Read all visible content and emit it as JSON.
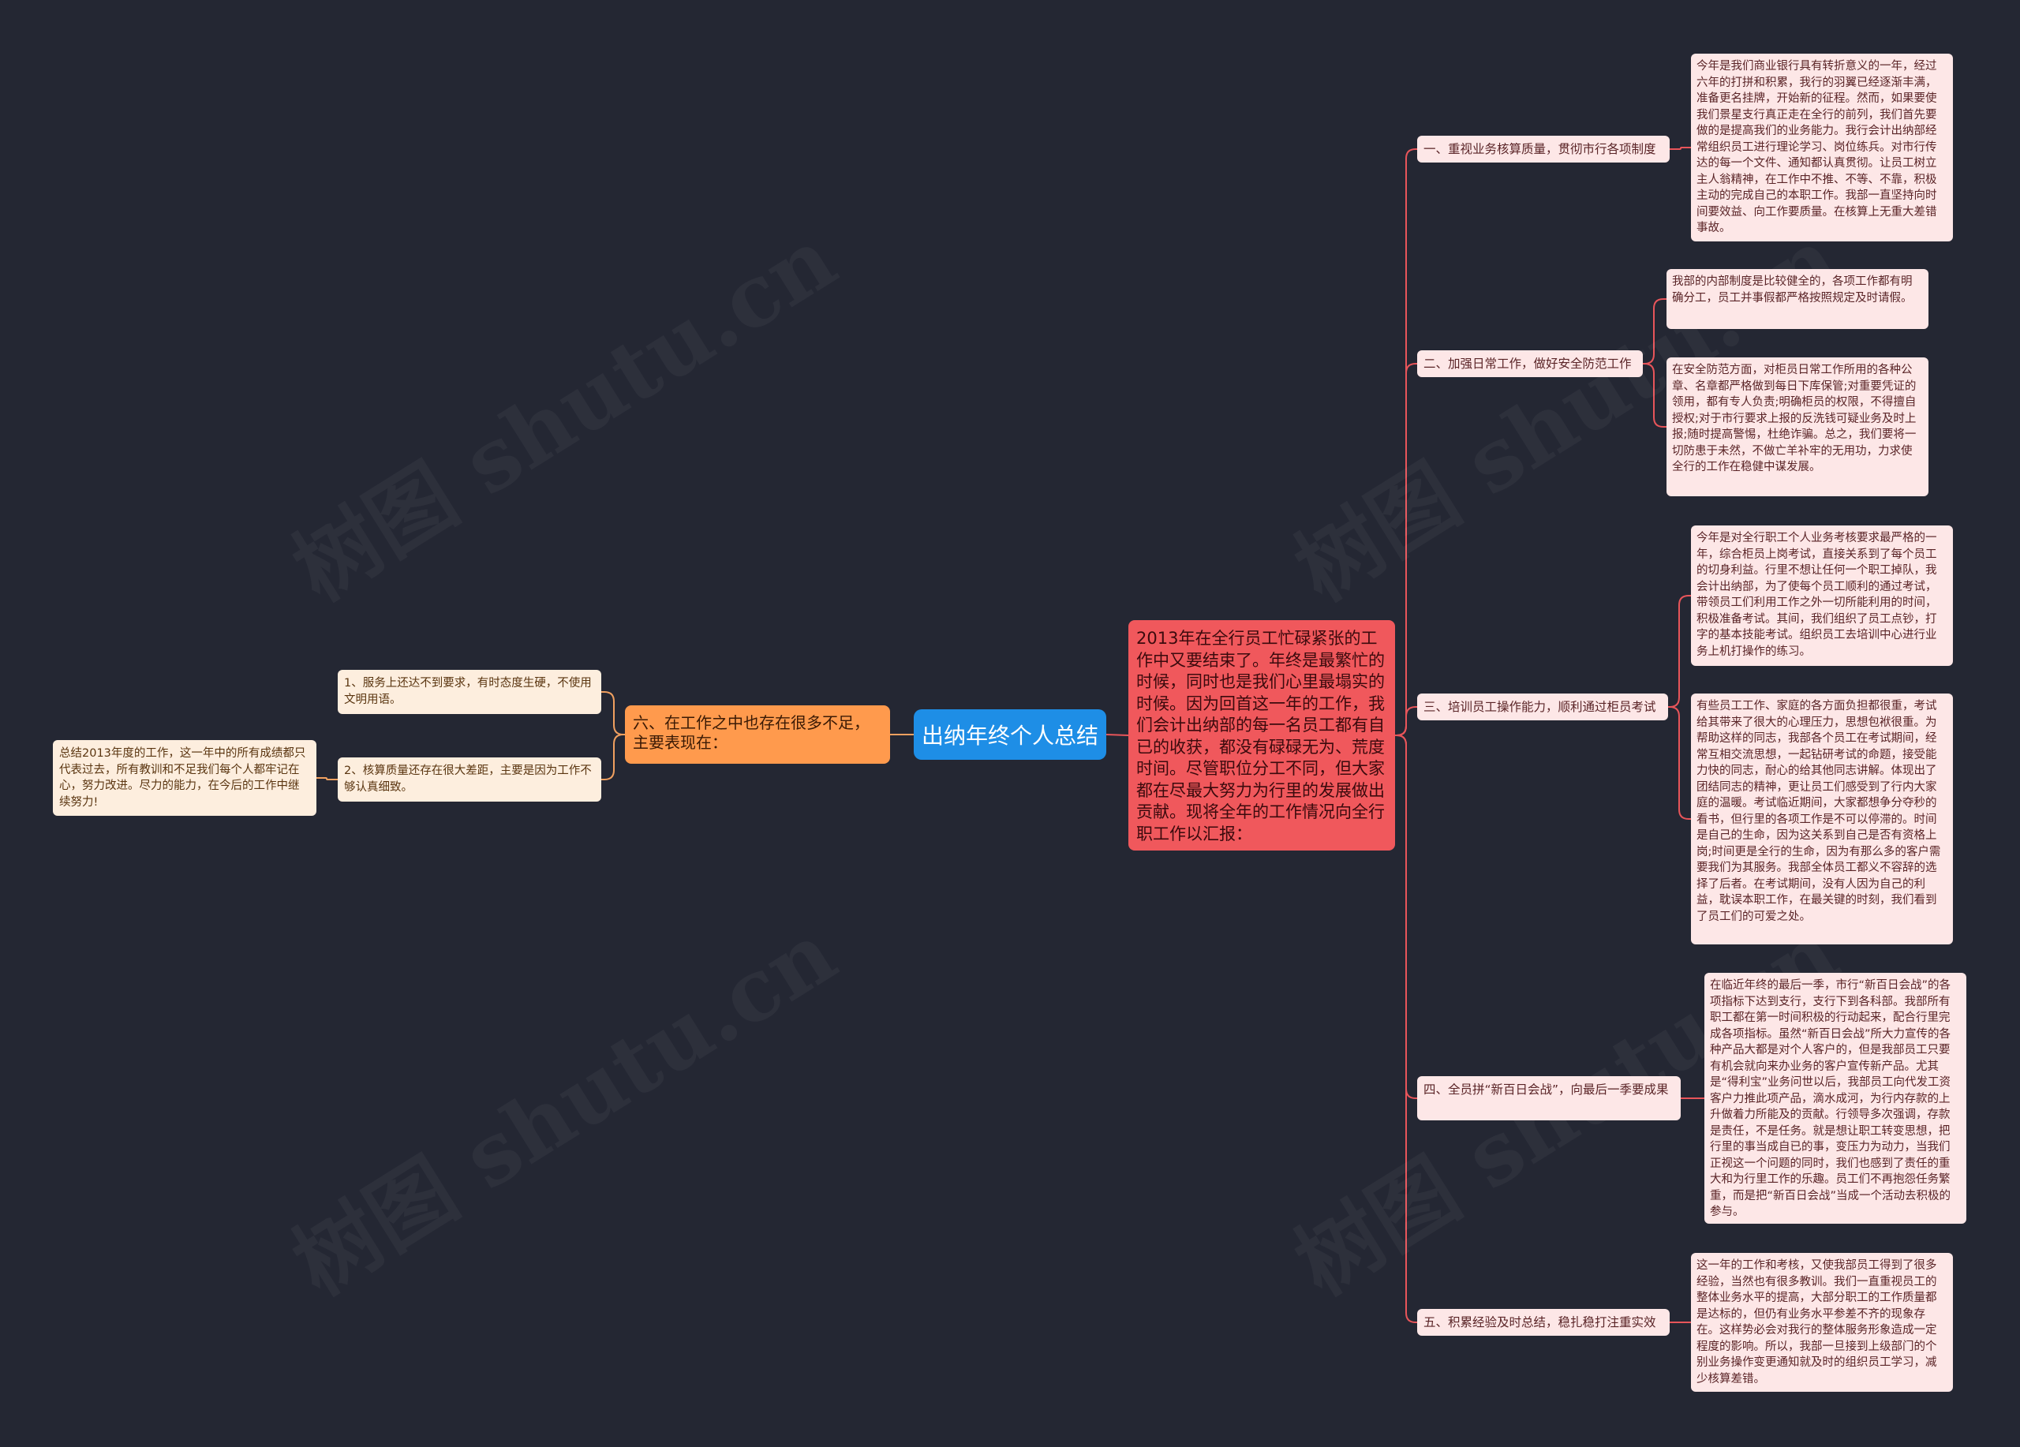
{
  "watermark": "树图 shutu.cn",
  "colors": {
    "background": "#242733",
    "root": "#1e8ee6",
    "intro": "#f0585c",
    "branch_right": "#fde7e7",
    "branch_left": "#ff9a4d",
    "leaf_left": "#fdeede",
    "link_right": "#e8555a",
    "link_left": "#f0a060"
  },
  "root": {
    "title": "出纳年终个人总结"
  },
  "intro": {
    "text": "2013年在全行员工忙碌紧张的工作中又要结束了。年终是最繁忙的时候，同时也是我们心里最塌实的时候。因为回首这一年的工作，我们会计出纳部的每一名员工都有自已的收获，都没有碌碌无为、荒度时间。尽管职位分工不同，但大家都在尽最大努力为行里的发展做出贡献。现将全年的工作情况向全行职工作以汇报："
  },
  "branches": [
    {
      "label": "一、重视业务核算质量，贯彻市行各项制度",
      "details": [
        "今年是我们商业银行具有转折意义的一年，经过六年的打拼和积累，我行的羽翼已经逐渐丰满，准备更名挂牌，开始新的征程。然而，如果要使我们景星支行真正走在全行的前列，我们首先要做的是提高我们的业务能力。我行会计出纳部经常组织员工进行理论学习、岗位练兵。对市行传达的每一个文件、通知都认真贯彻。让员工树立主人翁精神，在工作中不推、不等、不靠，积极主动的完成自己的本职工作。我部一直坚持向时间要效益、向工作要质量。在核算上无重大差错事故。"
      ]
    },
    {
      "label": "二、加强日常工作，做好安全防范工作",
      "details": [
        "我部的内部制度是比较健全的，各项工作都有明确分工，员工并事假都严格按照规定及时请假。",
        "在安全防范方面，对柜员日常工作所用的各种公章、名章都严格做到每日下库保管;对重要凭证的领用，都有专人负责;明确柜员的权限，不得擅自授权;对于市行要求上报的反洗钱可疑业务及时上报;随时提高警惕，杜绝诈骗。总之，我们要将一切防患于未然，不做亡羊补牢的无用功，力求使全行的工作在稳健中谋发展。"
      ]
    },
    {
      "label": "三、培训员工操作能力，顺利通过柜员考试",
      "details": [
        "今年是对全行职工个人业务考核要求最严格的一年，综合柜员上岗考试，直接关系到了每个员工的切身利益。行里不想让任何一个职工掉队，我会计出纳部，为了使每个员工顺利的通过考试，带领员工们利用工作之外一切所能利用的时间，积极准备考试。其间，我们组织了员工点钞，打字的基本技能考试。组织员工去培训中心进行业务上机打操作的练习。",
        "有些员工工作、家庭的各方面负担都很重，考试给其带来了很大的心理压力，思想包袱很重。为帮助这样的同志，我部各个员工在考试期间，经常互相交流思想，一起钻研考试的命题，接受能力快的同志，耐心的给其他同志讲解。体现出了团结同志的精神，更让员工们感受到了行内大家庭的温暖。考试临近期间，大家都想争分夺秒的看书，但行里的各项工作是不可以停滞的。时间是自己的生命，因为这关系到自己是否有资格上岗;时间更是全行的生命，因为有那么多的客户需要我们为其服务。我部全体员工都义不容辞的选择了后者。在考试期间，没有人因为自己的利益，耽误本职工作，在最关键的时刻，我们看到了员工们的可爱之处。"
      ]
    },
    {
      "label": "四、全员拼“新百日会战”，向最后一季要成果",
      "details": [
        "在临近年终的最后一季，市行“新百日会战”的各项指标下达到支行，支行下到各科部。我部所有职工都在第一时间积极的行动起来，配合行里完成各项指标。虽然“新百日会战”所大力宣传的各种产品大都是对个人客户的，但是我部员工只要有机会就向来办业务的客户宣传新产品。尤其是“得利宝”业务问世以后，我部员工向代发工资客户力推此项产品，滴水成河，为行内存款的上升做着力所能及的贡献。行领导多次强调，存款是责任，不是任务。就是想让职工转变思想，把行里的事当成自已的事，变压力为动力，当我们正视这一个问题的同时，我们也感到了责任的重大和为行里工作的乐趣。员工们不再抱怨任务繁重，而是把“新百日会战”当成一个活动去积极的参与。"
      ]
    },
    {
      "label": "五、积累经验及时总结，稳扎稳打注重实效",
      "details": [
        "这一年的工作和考核，又使我部员工得到了很多经验，当然也有很多教训。我们一直重视员工的整体业务水平的提高，大部分职工的工作质量都是达标的，但仍有业务水平参差不齐的现象存在。这样势必会对我行的整体服务形象造成一定程度的影响。所以，我部一旦接到上级部门的个别业务操作变更通知就及时的组织员工学习，减少核算差错。"
      ]
    }
  ],
  "left_branch": {
    "label": "六、在工作之中也存在很多不足，主要表现在：",
    "items": [
      "1、服务上还达不到要求，有时态度生硬，不使用文明用语。",
      "2、核算质量还存在很大差距，主要是因为工作不够认真细致。"
    ],
    "conclusion": "总结2013年度的工作，这一年中的所有成绩都只代表过去，所有教训和不足我们每个人都牢记在心，努力改进。尽力的能力，在今后的工作中继续努力!"
  }
}
